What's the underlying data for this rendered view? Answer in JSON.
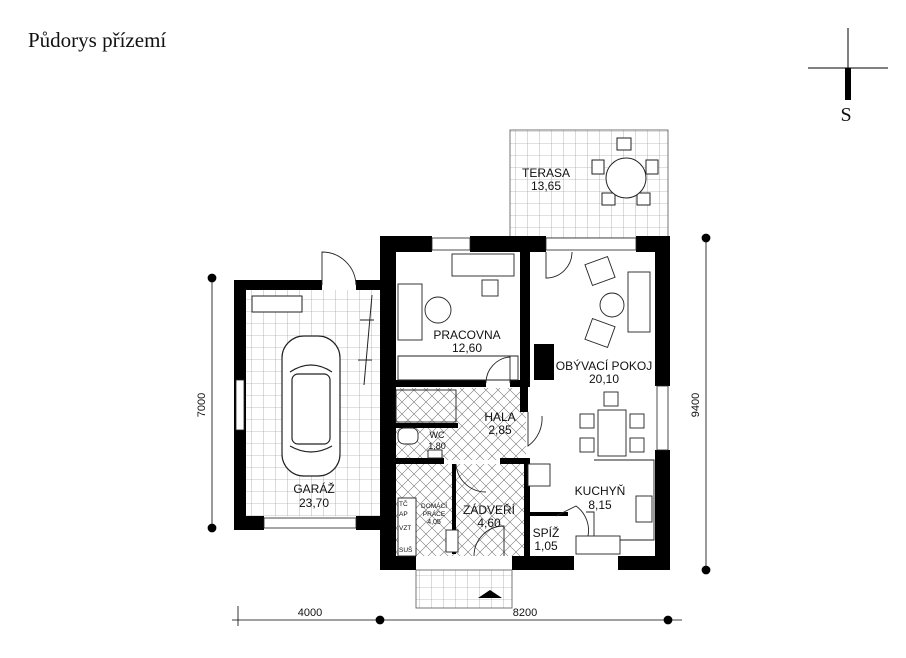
{
  "title": "Půdorys přízemí",
  "north": {
    "label": "S"
  },
  "rooms": {
    "terasa": {
      "name": "TERASA",
      "area": "13,65"
    },
    "pracovna": {
      "name": "PRACOVNA",
      "area": "12,60"
    },
    "obyvaci": {
      "name": "OBÝVACÍ POKOJ",
      "area": "20,10"
    },
    "hala": {
      "name": "HALA",
      "area": "2,85"
    },
    "wc": {
      "name": "WC",
      "area": "1,80"
    },
    "garaz": {
      "name": "GARÁŽ",
      "area": "23,70"
    },
    "kuchyn": {
      "name": "KUCHYŇ",
      "area": "8,15"
    },
    "domaci": {
      "name1": "DOMÁCÍ",
      "name2": "PRÁCE",
      "area": "4,05"
    },
    "zadveri": {
      "name": "ZÁDVEŘÍ",
      "area": "4,60"
    },
    "spiz": {
      "name": "SPÍŽ",
      "area": "1,05"
    }
  },
  "equipment": {
    "tc": "TČ",
    "ap": "AP",
    "vzt": "VZT",
    "sus": "SUŠ"
  },
  "dimensions": {
    "left": "7000",
    "right": "9400",
    "bottom_left": "4000",
    "bottom_right": "8200"
  },
  "colors": {
    "wall": "#000000",
    "line": "#222222"
  }
}
